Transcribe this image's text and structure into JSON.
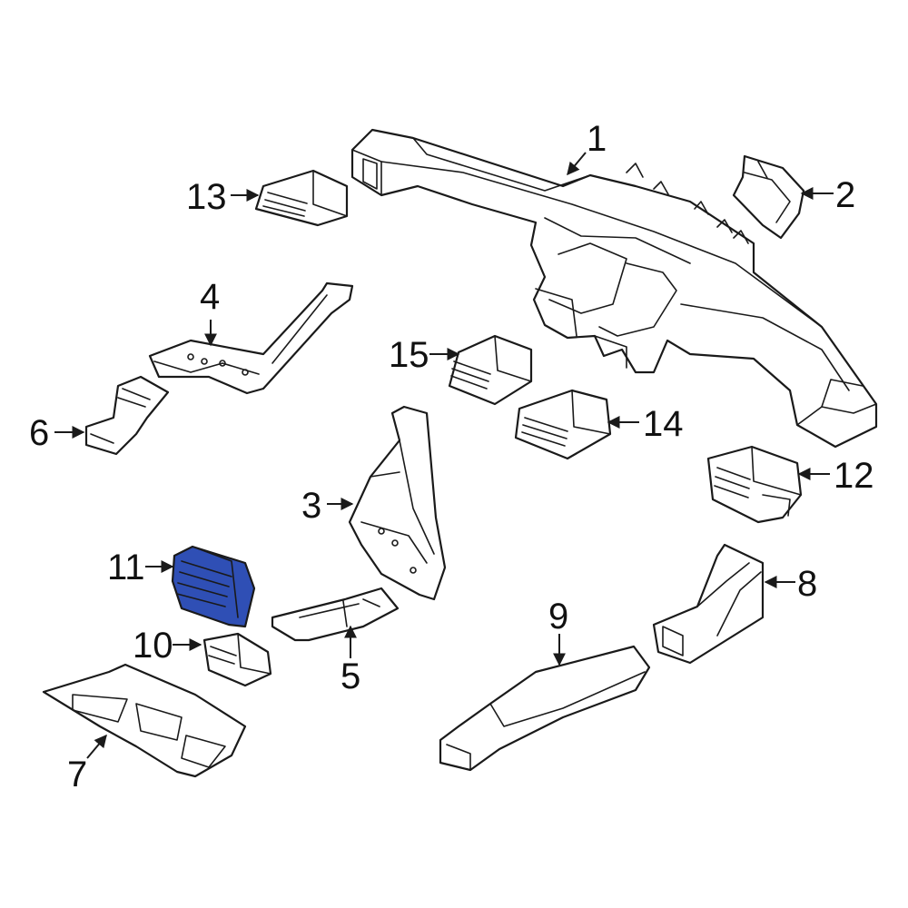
{
  "highlight_color": "#2f4fb5",
  "callouts": {
    "c1": "1",
    "c2": "2",
    "c3": "3",
    "c4": "4",
    "c5": "5",
    "c6": "6",
    "c7": "7",
    "c8": "8",
    "c9": "9",
    "c10": "10",
    "c11": "11",
    "c12": "12",
    "c13": "13",
    "c14": "14",
    "c15": "15"
  },
  "highlighted_part": "11"
}
